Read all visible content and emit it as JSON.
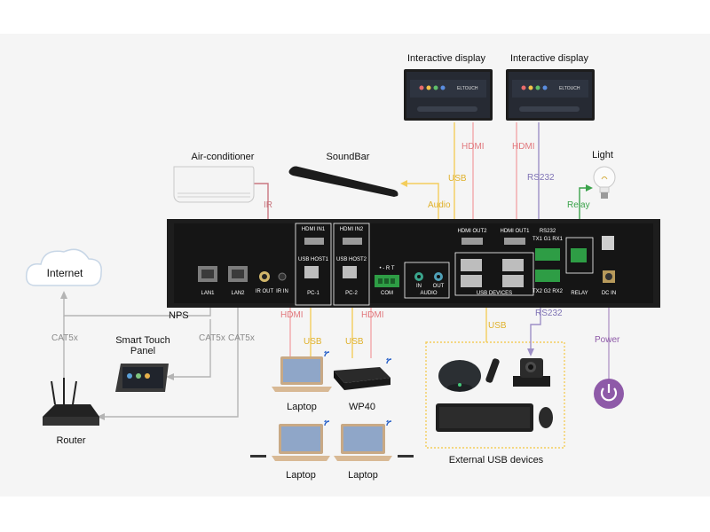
{
  "colors": {
    "hdmi": "#f2a7a9",
    "hdmi_text": "#e1787d",
    "usb": "#f3cd5c",
    "usb_text": "#e0b12c",
    "rs232": "#9d8fc6",
    "rs232_text": "#7f73b5",
    "relay": "#3aa24a",
    "power": "#b59bc9",
    "power_button": "#8e5aa8",
    "ir": "#c97780",
    "cat": "#b4b4b4",
    "device": "#1d1d1d"
  },
  "devices": {
    "display_left": "Interactive display",
    "display_right": "Interactive display",
    "air_conditioner": "Air-conditioner",
    "soundbar": "SoundBar",
    "light": "Light",
    "internet": "Internet",
    "smart_touch_panel": "Smart Touch Panel",
    "router": "Router",
    "laptop_1": "Laptop",
    "wp40": "WP40",
    "laptop_2": "Laptop",
    "laptop_3": "Laptop",
    "usb_group": "External USB devices",
    "nps": "NPS"
  },
  "links": {
    "ir": "IR",
    "audio": "Audio",
    "usb_top": "USB",
    "hdmi_top_left": "HDMI",
    "hdmi_top_right": "HDMI",
    "rs232_top": "RS232",
    "relay": "Relay",
    "hdmi_bottom_left": "HDMI",
    "usb_bottom_left": "USB",
    "usb_bottom_mid": "USB",
    "hdmi_bottom_mid": "HDMI",
    "usb_bottom_right": "USB",
    "rs232_bottom": "RS232",
    "power": "Power",
    "cat_internet": "CAT5x",
    "cat_panel": "CAT5x",
    "cat_router": "CAT5x"
  },
  "ports": {
    "hdmi_in1": "HDMI IN1",
    "hdmi_in2": "HDMI IN2",
    "hdmi_out2": "HDMI OUT2",
    "hdmi_out1": "HDMI OUT1",
    "rs232_top": "RS232",
    "txgrx_top": "TX1 G1 RX1",
    "usb_host1": "USB HOST1",
    "usb_host2": "USB HOST2",
    "com_top": "• - R T",
    "lan1": "LAN1",
    "lan2": "LAN2",
    "ir_out": "IR OUT",
    "ir_in": "IR IN",
    "pc1": "PC-1",
    "pc2": "PC-2",
    "com": "COM",
    "audio_in": "IN",
    "audio_out": "OUT",
    "audio": "AUDIO",
    "usb_devices": "USB DEVICES",
    "txgrx_bottom": "TX2 G2 RX2",
    "relay": "RELAY",
    "dc_in": "DC IN"
  },
  "screen_brand": "ELTOUCH"
}
